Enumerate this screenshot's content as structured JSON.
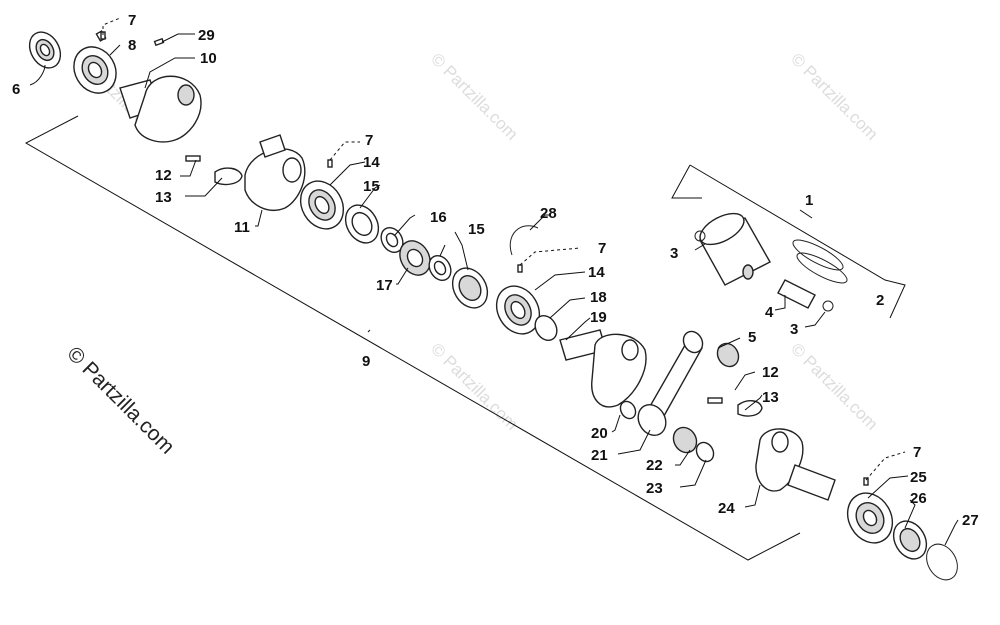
{
  "watermark": {
    "text": "© Partzilla.com",
    "side_text": "© Partzilla.com"
  },
  "callouts": [
    {
      "id": "c1",
      "label": "1"
    },
    {
      "id": "c2",
      "label": "2"
    },
    {
      "id": "c3a",
      "label": "3"
    },
    {
      "id": "c3b",
      "label": "3"
    },
    {
      "id": "c4",
      "label": "4"
    },
    {
      "id": "c5",
      "label": "5"
    },
    {
      "id": "c6",
      "label": "6"
    },
    {
      "id": "c7a",
      "label": "7"
    },
    {
      "id": "c7b",
      "label": "7"
    },
    {
      "id": "c7c",
      "label": "7"
    },
    {
      "id": "c7d",
      "label": "7"
    },
    {
      "id": "c8",
      "label": "8"
    },
    {
      "id": "c9",
      "label": "9"
    },
    {
      "id": "c10",
      "label": "10"
    },
    {
      "id": "c11",
      "label": "11"
    },
    {
      "id": "c12a",
      "label": "12"
    },
    {
      "id": "c12b",
      "label": "12"
    },
    {
      "id": "c13a",
      "label": "13"
    },
    {
      "id": "c13b",
      "label": "13"
    },
    {
      "id": "c14a",
      "label": "14"
    },
    {
      "id": "c14b",
      "label": "14"
    },
    {
      "id": "c15a",
      "label": "15"
    },
    {
      "id": "c15b",
      "label": "15"
    },
    {
      "id": "c16",
      "label": "16"
    },
    {
      "id": "c17",
      "label": "17"
    },
    {
      "id": "c18",
      "label": "18"
    },
    {
      "id": "c19",
      "label": "19"
    },
    {
      "id": "c20",
      "label": "20"
    },
    {
      "id": "c21",
      "label": "21"
    },
    {
      "id": "c22",
      "label": "22"
    },
    {
      "id": "c23",
      "label": "23"
    },
    {
      "id": "c24",
      "label": "24"
    },
    {
      "id": "c25",
      "label": "25"
    },
    {
      "id": "c26",
      "label": "26"
    },
    {
      "id": "c27",
      "label": "27"
    },
    {
      "id": "c28",
      "label": "28"
    },
    {
      "id": "c29",
      "label": "29"
    }
  ]
}
